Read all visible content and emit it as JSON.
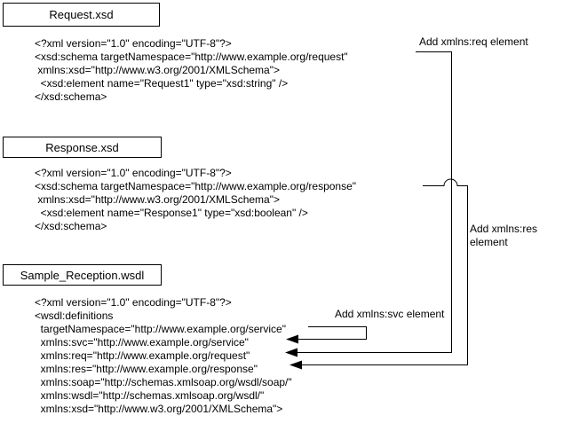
{
  "diagram": {
    "title": "WSDL namespace wiring diagram",
    "colors": {
      "background": "#ffffff",
      "line": "#000000",
      "text": "#000000",
      "arrow_fill": "#000000"
    }
  },
  "boxes": {
    "request": {
      "label": "Request.xsd"
    },
    "response": {
      "label": "Response.xsd"
    },
    "wsdl": {
      "label": "Sample_Reception.wsdl"
    }
  },
  "code": {
    "request": {
      "lines": [
        "<?xml version=\"1.0\" encoding=\"UTF-8\"?>",
        "<xsd:schema targetNamespace=\"http://www.example.org/request\"",
        " xmlns:xsd=\"http://www.w3.org/2001/XMLSchema\">",
        "  <xsd:element name=\"Request1\" type=\"xsd:string\" />",
        "</xsd:schema>"
      ]
    },
    "response": {
      "lines": [
        "<?xml version=\"1.0\" encoding=\"UTF-8\"?>",
        "<xsd:schema targetNamespace=\"http://www.example.org/response\"",
        " xmlns:xsd=\"http://www.w3.org/2001/XMLSchema\">",
        "  <xsd:element name=\"Response1\" type=\"xsd:boolean\" />",
        "</xsd:schema>"
      ]
    },
    "wsdl": {
      "lines": [
        "<?xml version=\"1.0\" encoding=\"UTF-8\"?>",
        "<wsdl:definitions",
        "  targetNamespace=\"http://www.example.org/service\"",
        "  xmlns:svc=\"http://www.example.org/service\"",
        "  xmlns:req=\"http://www.example.org/request\"",
        "  xmlns:res=\"http://www.example.org/response\"",
        "  xmlns:soap=\"http://schemas.xmlsoap.org/wsdl/soap/\"",
        "  xmlns:wsdl=\"http://schemas.xmlsoap.org/wsdl/\"",
        "  xmlns:xsd=\"http://www.w3.org/2001/XMLSchema\">"
      ]
    }
  },
  "annotations": {
    "req": "Add xmlns:req element",
    "res": "Add xmlns:res element",
    "svc": "Add xmlns:svc element"
  }
}
